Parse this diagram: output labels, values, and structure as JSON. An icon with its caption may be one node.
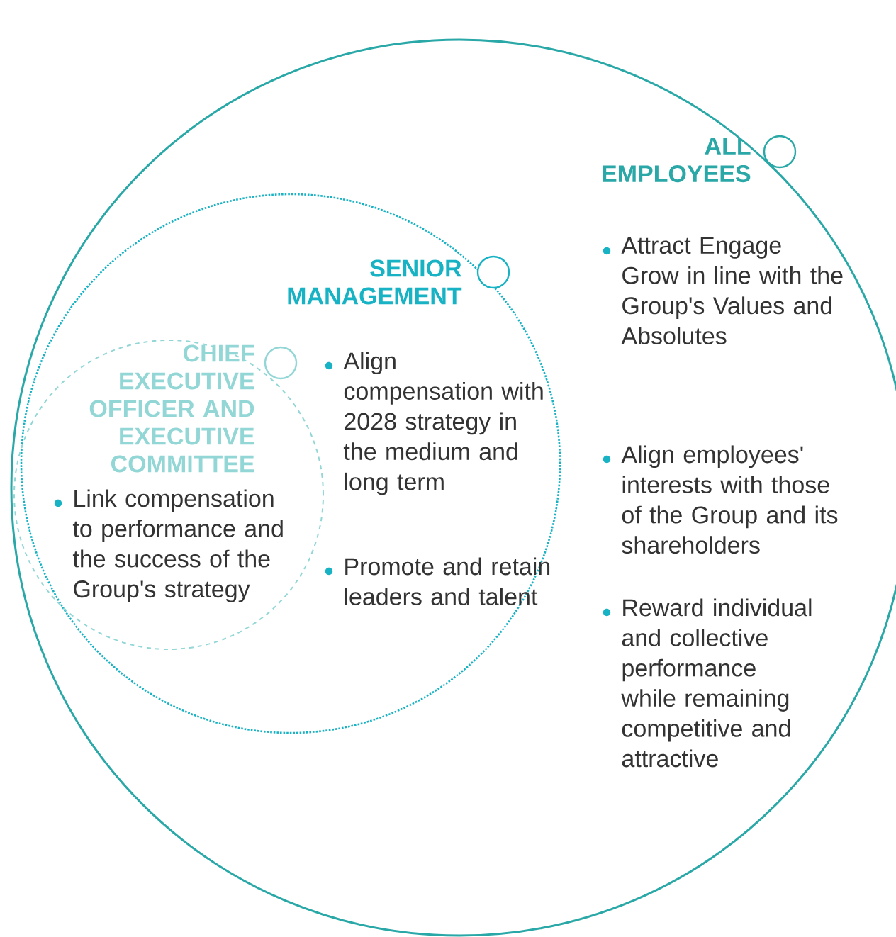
{
  "diagram": {
    "nodes": [
      {
        "text": [
          "ALL EMPLOYEES",
          "Attract Engage Grow in line with the Group's Values and Absolutes",
          "Align employees' interests with those of the Group and its shareholders",
          "Reward individual and collective performance while remaining competitive and attractive"
        ]
      },
      {
        "text": [
          "SENIOR MANAGEMENT",
          "Align compensation with 2028 strategy in the medium and long term",
          "Promote and retain leaders and talent"
        ],
        "in": 0
      },
      {
        "text": [
          "CHIEF EXECUTIVE OFFICER AND EXECUTIVE COMMITTEE",
          "Link compensation to performance and the success of the Group's strategy"
        ],
        "in": 1
      }
    ]
  }
}
